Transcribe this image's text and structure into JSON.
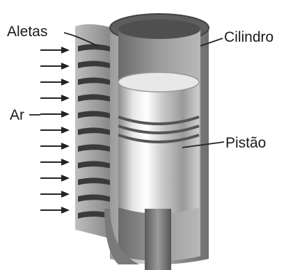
{
  "labels": {
    "fins": "Aletas",
    "cylinder": "Cilindro",
    "air": "Ar",
    "piston": "Pistão"
  },
  "air_arrows": {
    "count": 11
  },
  "fins": {
    "count": 11
  }
}
